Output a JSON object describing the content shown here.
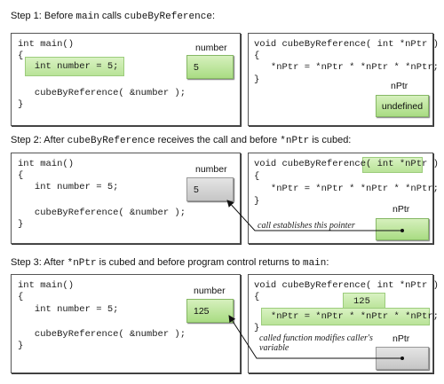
{
  "steps": [
    {
      "title_a": "Step 1: Before ",
      "title_code1": "main",
      "title_b": " calls ",
      "title_code2": "cubeByReference",
      "title_c": ":",
      "main_code": [
        "int main()",
        "{",
        "   int number = 5;",
        "",
        "   cubeByReference( &number );",
        "}"
      ],
      "var_label": "number",
      "var_value": "5",
      "func_code": [
        "void cubeByReference( int *nPtr )",
        "{",
        "   *nPtr = *nPtr * *nPtr * *nPtr;",
        "}"
      ],
      "ptr_label": "nPtr",
      "ptr_value": "undefined"
    },
    {
      "title_a": "Step 2: After ",
      "title_code1": "cubeByReference",
      "title_b": " receives the call and before ",
      "title_code2": "*nPtr",
      "title_c": " is cubed:",
      "main_code": [
        "int main()",
        "{",
        "   int number = 5;",
        "",
        "   cubeByReference( &number );",
        "}"
      ],
      "var_label": "number",
      "var_value": "5",
      "func_code": [
        "void cubeByReference( int *nPtr )",
        "{",
        "   *nPtr = *nPtr * *nPtr * *nPtr;",
        "}"
      ],
      "ptr_label": "nPtr",
      "note": "call establishes this pointer"
    },
    {
      "title_a": "Step 3: After ",
      "title_code1": "*nPtr",
      "title_b": " is cubed and before program control returns to ",
      "title_code2": "main",
      "title_c": ":",
      "main_code": [
        "int main()",
        "{",
        "   int number = 5;",
        "",
        "   cubeByReference( &number );",
        "}"
      ],
      "var_label": "number",
      "var_value": "125",
      "func_code": [
        "void cubeByReference( int *nPtr )",
        "{",
        "   *nPtr = *nPtr * *nPtr * *nPtr;",
        "}"
      ],
      "result_value": "125",
      "ptr_label": "nPtr",
      "note_lines": [
        "called function modifies caller's",
        "variable"
      ]
    }
  ]
}
